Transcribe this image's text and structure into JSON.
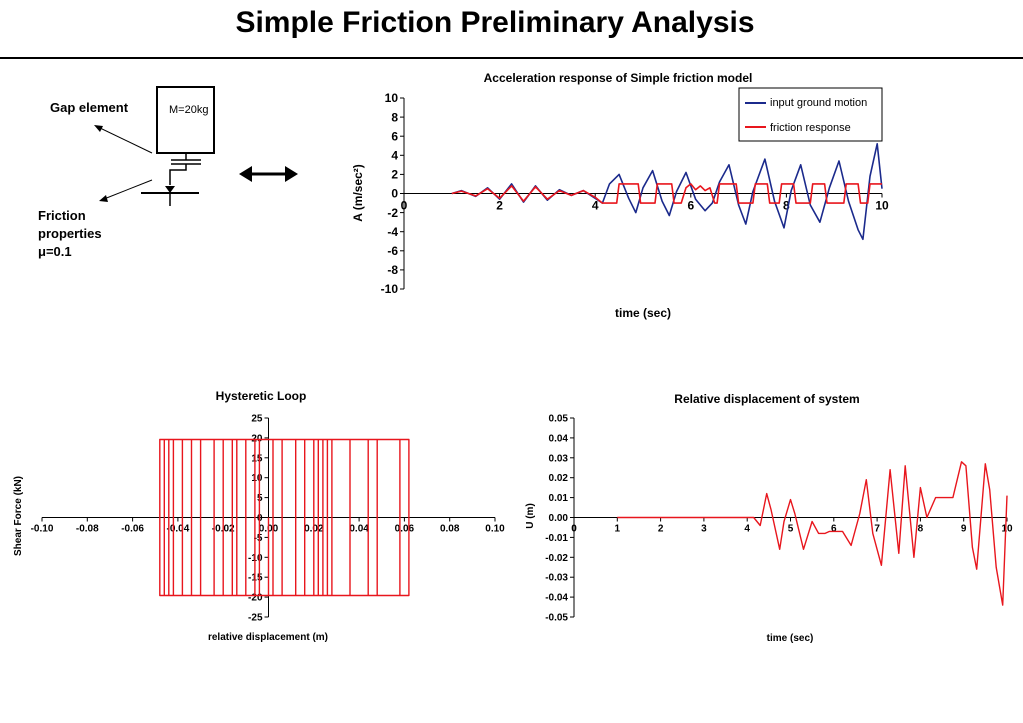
{
  "page": {
    "title": "Simple Friction Preliminary Analysis"
  },
  "model_diagram": {
    "mass_label": "M=20kg",
    "gap_label": "Gap element",
    "friction_label_lines": [
      "Friction",
      "properties",
      "μ=0.1"
    ]
  },
  "chart_data": [
    {
      "id": "acceleration",
      "type": "line",
      "title": "Acceleration response of Simple friction model",
      "xlabel": "time (sec)",
      "ylabel": "A (m/sec²)",
      "xlim": [
        0,
        10
      ],
      "ylim": [
        -10,
        10
      ],
      "xticks": [
        0,
        2,
        4,
        6,
        8,
        10
      ],
      "yticks": [
        -10,
        -8,
        -6,
        -4,
        -2,
        0,
        2,
        4,
        6,
        8,
        10
      ],
      "grid": false,
      "legend_position": "top-right",
      "series": [
        {
          "name": "input ground motion",
          "color": "#1b2a8c",
          "x": [
            1,
            1.2,
            1.5,
            1.75,
            2.0,
            2.25,
            2.5,
            2.75,
            3.0,
            3.25,
            3.5,
            3.75,
            4.0,
            4.15,
            4.3,
            4.5,
            4.7,
            4.85,
            5.0,
            5.2,
            5.4,
            5.55,
            5.7,
            5.9,
            6.1,
            6.3,
            6.45,
            6.6,
            6.8,
            7.0,
            7.15,
            7.3,
            7.55,
            7.75,
            7.95,
            8.1,
            8.3,
            8.5,
            8.7,
            8.9,
            9.1,
            9.3,
            9.5,
            9.6,
            9.75,
            9.9,
            10
          ],
          "y": [
            0,
            0.3,
            -0.3,
            0.6,
            -0.6,
            1.0,
            -0.9,
            0.8,
            -0.7,
            0.4,
            -0.2,
            0.3,
            -0.5,
            -1.0,
            1.0,
            2.0,
            -0.5,
            -2.0,
            0.6,
            2.4,
            -0.8,
            -2.3,
            0.2,
            2.2,
            -0.6,
            -1.8,
            -1.0,
            1.2,
            3.0,
            -1.2,
            -3.2,
            0.2,
            3.6,
            -0.8,
            -3.6,
            0.3,
            3.0,
            -1.2,
            -3.0,
            0.6,
            3.4,
            -0.8,
            -3.8,
            -4.8,
            1.8,
            5.2,
            0.5
          ]
        },
        {
          "name": "friction response",
          "color": "#e8161d",
          "x": [
            1,
            1.2,
            1.5,
            1.75,
            2.0,
            2.25,
            2.5,
            2.75,
            3.0,
            3.25,
            3.5,
            3.75,
            4.0,
            4.15,
            4.2,
            4.45,
            4.5,
            4.9,
            4.95,
            5.25,
            5.3,
            5.6,
            5.65,
            5.8,
            5.9,
            6.0,
            6.1,
            6.2,
            6.3,
            6.4,
            6.5,
            6.55,
            6.6,
            6.95,
            7.0,
            7.3,
            7.35,
            7.6,
            7.65,
            7.85,
            7.9,
            8.15,
            8.2,
            8.5,
            8.55,
            8.8,
            8.85,
            9.2,
            9.25,
            9.5,
            9.55,
            9.7,
            9.75,
            10
          ],
          "y": [
            0,
            0.25,
            -0.25,
            0.5,
            -0.5,
            0.8,
            -0.8,
            0.7,
            -0.6,
            0.3,
            -0.2,
            0.3,
            -0.4,
            -1.0,
            -1.0,
            -1.0,
            1.0,
            1.0,
            -1.0,
            -1.0,
            1.0,
            1.0,
            -1.0,
            -1.0,
            0.6,
            1.0,
            0.4,
            0.8,
            0.3,
            0.6,
            -1.0,
            -1.0,
            1.0,
            1.0,
            -1.0,
            -1.0,
            1.0,
            1.0,
            -1.0,
            -1.0,
            1.0,
            1.0,
            -1.0,
            -1.0,
            1.0,
            1.0,
            -1.0,
            -1.0,
            1.0,
            1.0,
            -1.0,
            -1.0,
            1.0,
            1.0
          ]
        }
      ]
    },
    {
      "id": "hysteresis",
      "type": "line",
      "title": "Hysteretic Loop",
      "xlabel": "relative displacement (m)",
      "ylabel": "Shear Force (kN)",
      "xlim": [
        -0.1,
        0.1
      ],
      "ylim": [
        -25,
        25
      ],
      "xticks": [
        -0.1,
        -0.08,
        -0.06,
        -0.04,
        -0.02,
        0,
        0.02,
        0.04,
        0.06,
        0.08,
        0.1
      ],
      "xtick_labels": [
        "-0.10",
        "-0.08",
        "-0.06",
        "-0.04",
        "-0.02",
        "0.00",
        "0.02",
        "0.04",
        "0.06",
        "0.08",
        "0.10"
      ],
      "yticks": [
        -25,
        -20,
        -15,
        -10,
        -5,
        0,
        5,
        10,
        15,
        20,
        25
      ],
      "grid": false,
      "series": [
        {
          "color": "#e8161d",
          "friction_force": 19.6,
          "reversal_displacements": [
            0,
            -0.048,
            0.062,
            -0.046,
            0.058,
            -0.044,
            0.048,
            -0.042,
            0.044,
            -0.038,
            0.036,
            -0.034,
            0.026,
            -0.03,
            0.022,
            -0.024,
            0.016,
            -0.02,
            0.012,
            -0.016,
            0.006,
            -0.014,
            0.002,
            -0.01,
            0.028,
            -0.006,
            0.024,
            -0.004,
            0.02,
            0.0
          ]
        }
      ]
    },
    {
      "id": "displacement",
      "type": "line",
      "title": "Relative displacement of system",
      "xlabel": "time (sec)",
      "ylabel": "U (m)",
      "xlim": [
        0,
        10
      ],
      "ylim": [
        -0.05,
        0.05
      ],
      "xticks": [
        0,
        1,
        2,
        3,
        4,
        5,
        6,
        7,
        8,
        9,
        10
      ],
      "yticks": [
        -0.05,
        -0.04,
        -0.03,
        -0.02,
        -0.01,
        0,
        0.01,
        0.02,
        0.03,
        0.04,
        0.05
      ],
      "ytick_labels": [
        "-0.05",
        "-0.04",
        "-0.03",
        "-0.02",
        "-0.01",
        "0.00",
        "0.01",
        "0.02",
        "0.03",
        "0.04",
        "0.05"
      ],
      "grid": false,
      "series": [
        {
          "color": "#e8161d",
          "x": [
            1,
            4.0,
            4.15,
            4.3,
            4.45,
            4.55,
            4.75,
            4.85,
            5.0,
            5.1,
            5.3,
            5.5,
            5.65,
            5.8,
            5.9,
            6.2,
            6.4,
            6.6,
            6.75,
            6.9,
            7.1,
            7.3,
            7.5,
            7.65,
            7.85,
            8.0,
            8.15,
            8.35,
            8.55,
            8.75,
            8.95,
            9.05,
            9.2,
            9.3,
            9.5,
            9.6,
            9.75,
            9.9,
            10
          ],
          "y": [
            0,
            0,
            0,
            -0.004,
            0.012,
            0.004,
            -0.016,
            -0.002,
            0.009,
            0.002,
            -0.016,
            -0.002,
            -0.008,
            -0.008,
            -0.007,
            -0.007,
            -0.014,
            0.002,
            0.019,
            -0.008,
            -0.024,
            0.024,
            -0.018,
            0.026,
            -0.02,
            0.015,
            0.0,
            0.01,
            0.01,
            0.01,
            0.028,
            0.026,
            -0.015,
            -0.026,
            0.027,
            0.014,
            -0.025,
            -0.044,
            0.011
          ]
        }
      ]
    }
  ]
}
